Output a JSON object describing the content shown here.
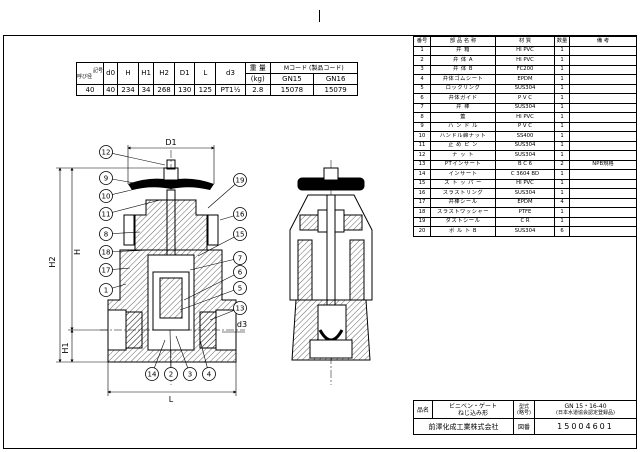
{
  "dims_table": {
    "corner_top": "記号",
    "corner_bottom": "呼び径",
    "headers": [
      "d0",
      "H",
      "H1",
      "H2",
      "D1",
      "L",
      "d3"
    ],
    "weight_header": "重 量",
    "weight_unit": "(kg)",
    "mcode_header": "Mコード (製品コード)",
    "mcode_cols": [
      "GN15",
      "GN16"
    ],
    "row": {
      "size": "40",
      "d0": "40",
      "H": "234",
      "H1": "34",
      "H2": "268",
      "D1": "130",
      "L": "125",
      "d3": "PT1½",
      "weight": "2.8",
      "gn15": "15078",
      "gn16": "15079"
    }
  },
  "parts_table": {
    "headers": [
      "番号",
      "部 品 名 称",
      "材 質",
      "数量",
      "備 考"
    ],
    "rows": [
      {
        "no": "1",
        "name": "弁 箱",
        "material": "HI PVC",
        "qty": "1",
        "note": ""
      },
      {
        "no": "2",
        "name": "弁 体 A",
        "material": "HI PVC",
        "qty": "1",
        "note": ""
      },
      {
        "no": "3",
        "name": "弁 体 B",
        "material": "FC200",
        "qty": "1",
        "note": ""
      },
      {
        "no": "4",
        "name": "弁体ゴムシート",
        "material": "EPDM",
        "qty": "1",
        "note": ""
      },
      {
        "no": "5",
        "name": "ロックリング",
        "material": "SUS304",
        "qty": "1",
        "note": ""
      },
      {
        "no": "6",
        "name": "弁体ガイド",
        "material": "P V C",
        "qty": "1",
        "note": ""
      },
      {
        "no": "7",
        "name": "弁 棒",
        "material": "SUS304",
        "qty": "1",
        "note": ""
      },
      {
        "no": "8",
        "name": "蓋",
        "material": "HI PVC",
        "qty": "1",
        "note": ""
      },
      {
        "no": "9",
        "name": "ハ ン ド ル",
        "material": "P V C",
        "qty": "1",
        "note": ""
      },
      {
        "no": "10",
        "name": "ハンドル締ナット",
        "material": "SS400",
        "qty": "1",
        "note": ""
      },
      {
        "no": "11",
        "name": "止 め ピ ン",
        "material": "SUS304",
        "qty": "1",
        "note": ""
      },
      {
        "no": "12",
        "name": "ナ ッ ト",
        "material": "SUS304",
        "qty": "1",
        "note": ""
      },
      {
        "no": "13",
        "name": "PTインサート",
        "material": "B C 6",
        "qty": "2",
        "note": "NPB規格"
      },
      {
        "no": "14",
        "name": "インサート",
        "material": "C 3604 BD",
        "qty": "1",
        "note": ""
      },
      {
        "no": "15",
        "name": "ス ト ッ パ ー",
        "material": "HI PVC",
        "qty": "1",
        "note": ""
      },
      {
        "no": "16",
        "name": "スラストリング",
        "material": "SUS304",
        "qty": "1",
        "note": ""
      },
      {
        "no": "17",
        "name": "弁棒シール",
        "material": "EPDM",
        "qty": "4",
        "note": ""
      },
      {
        "no": "18",
        "name": "スラストワッシャー",
        "material": "PTFE",
        "qty": "1",
        "note": ""
      },
      {
        "no": "19",
        "name": "ダストシール",
        "material": "C R",
        "qty": "1",
        "note": ""
      },
      {
        "no": "20",
        "name": "ボ ル ト B",
        "material": "SUS304",
        "qty": "6",
        "note": ""
      }
    ]
  },
  "title_block": {
    "name_label": "品名",
    "product_name": "ビニベン・ゲート",
    "product_sub": "ねじ込み形",
    "model_label": "型式",
    "model_label_sub": "(略号)",
    "model": "GN 15・16-40",
    "model_sub": "(日本水道協会認定登録品)",
    "company": "前澤化成工業株式会社",
    "drawing_label": "図番",
    "drawing_no": "15004601"
  },
  "drawing_labels": {
    "dims": [
      "D1",
      "H",
      "H2",
      "H1",
      "L",
      "d3"
    ],
    "left_callouts": [
      "12",
      "9",
      "10",
      "11",
      "8",
      "18",
      "17",
      "1"
    ],
    "right_callouts": [
      "19",
      "16",
      "15",
      "7",
      "6",
      "5",
      "13"
    ],
    "bottom_callouts": [
      "14",
      "2",
      "3",
      "4"
    ]
  }
}
